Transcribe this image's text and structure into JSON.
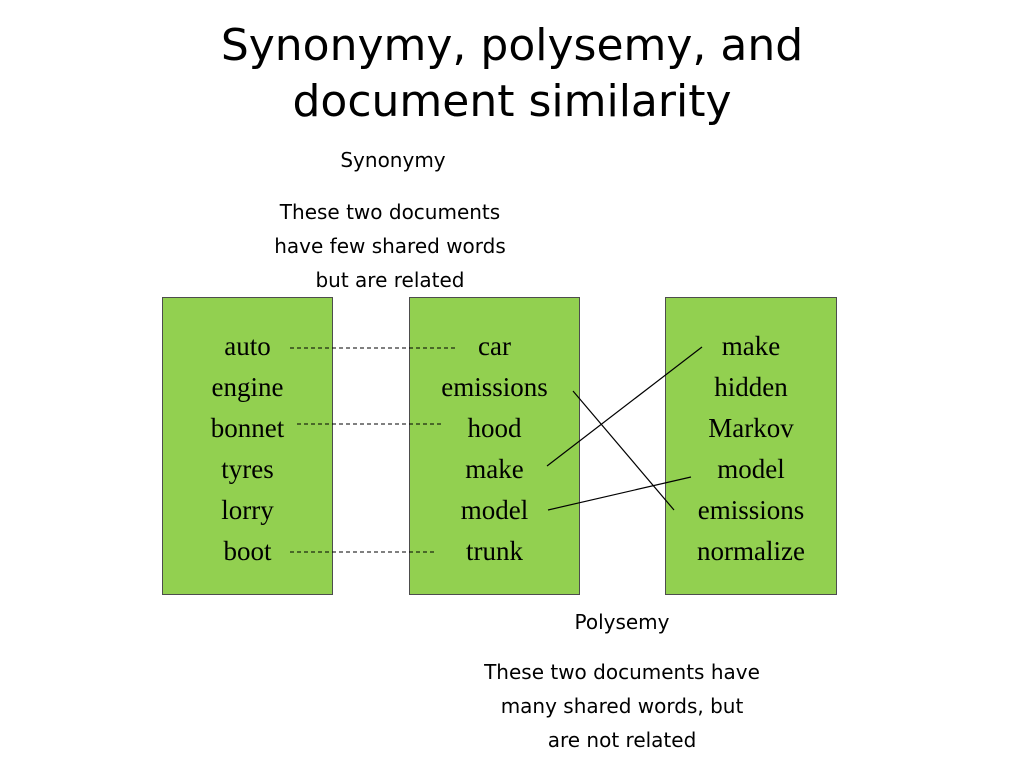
{
  "slide": {
    "title_line1": "Synonymy, polysemy, and",
    "title_line2": "document similarity"
  },
  "synonymy": {
    "heading": "Synonymy",
    "lines": [
      "These two documents",
      "have few shared words",
      "but are related"
    ]
  },
  "polysemy": {
    "heading": "Polysemy",
    "lines": [
      "These two documents have",
      "many shared words, but",
      "are not related"
    ]
  },
  "documents": [
    {
      "words": [
        "auto",
        "engine",
        "bonnet",
        "tyres",
        "lorry",
        "boot"
      ]
    },
    {
      "words": [
        "car",
        "emissions",
        "hood",
        "make",
        "model",
        "trunk"
      ]
    },
    {
      "words": [
        "make",
        "hidden",
        "Markov",
        "model",
        "emissions",
        "normalize"
      ]
    }
  ],
  "colors": {
    "box_fill": "#92d050",
    "box_border": "#4d4d4d"
  },
  "connections": [
    {
      "from": "auto",
      "to": "car",
      "style": "dashed"
    },
    {
      "from": "bonnet",
      "to": "hood",
      "style": "dashed"
    },
    {
      "from": "boot",
      "to": "trunk",
      "style": "dashed"
    },
    {
      "from": "emissions",
      "to": "emissions",
      "style": "solid"
    },
    {
      "from": "make",
      "to": "make",
      "style": "solid"
    },
    {
      "from": "model",
      "to": "model",
      "style": "solid"
    }
  ]
}
